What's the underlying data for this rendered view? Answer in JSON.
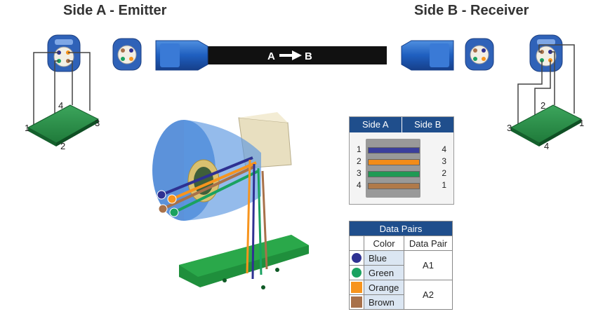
{
  "titles": {
    "side_a": "Side A - Emitter",
    "side_b": "Side B - Receiver"
  },
  "cable": {
    "label_from": "A",
    "label_to": "B"
  },
  "pcb_a_pins": [
    "1",
    "2",
    "3",
    "4"
  ],
  "pcb_b_pins": [
    "1",
    "2",
    "3",
    "4"
  ],
  "side_table": {
    "header_a": "Side A",
    "header_b": "Side B",
    "rows": [
      {
        "a": "1",
        "b": "4",
        "color": "#3b3f9c"
      },
      {
        "a": "2",
        "b": "3",
        "color": "#f28c1a"
      },
      {
        "a": "3",
        "b": "2",
        "color": "#1f9a54"
      },
      {
        "a": "4",
        "b": "1",
        "color": "#b07a4a"
      }
    ]
  },
  "pairs_table": {
    "caption": "Data Pairs",
    "col_color": "Color",
    "col_pair": "Data Pair",
    "rows": [
      {
        "name": "Blue",
        "swatch": "#2e3192",
        "shape": "dot"
      },
      {
        "name": "Green",
        "swatch": "#1aa260",
        "shape": "dot"
      },
      {
        "name": "Orange",
        "swatch": "#f7941d",
        "shape": "square"
      },
      {
        "name": "Brown",
        "swatch": "#a8714a",
        "shape": "square"
      }
    ],
    "pair_a1": "A1",
    "pair_a2": "A2"
  }
}
